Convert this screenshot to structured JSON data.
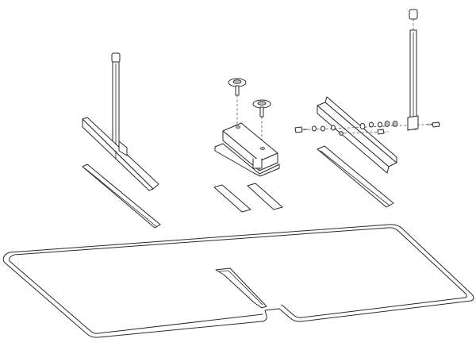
{
  "diagram": {
    "kind": "exploded-assembly-line-drawing",
    "line_color": "#2a2a2a",
    "background": "#ffffff",
    "parts": [
      "base-plate",
      "left-post-assembly",
      "center-bracket-assembly",
      "right-post-assembly",
      "hardware-set"
    ]
  }
}
